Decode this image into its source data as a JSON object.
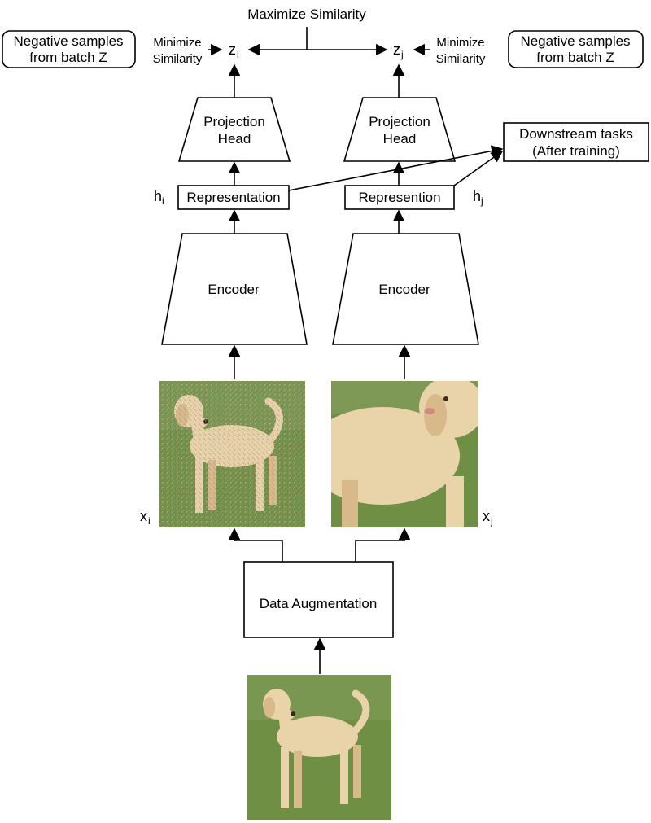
{
  "top": {
    "maximize_label": "Maximize Similarity"
  },
  "negatives": {
    "left": {
      "line1": "Negative samples",
      "line2": "from batch Z"
    },
    "right": {
      "line1": "Negative samples",
      "line2": "from batch Z"
    }
  },
  "minimize": {
    "left": {
      "line1": "Minimize",
      "line2": "Similarity"
    },
    "right": {
      "line1": "Minimize",
      "line2": "Similarity"
    }
  },
  "variables": {
    "z_i": {
      "base": "z",
      "sub": "i"
    },
    "z_j": {
      "base": "z",
      "sub": "j"
    },
    "h_i": {
      "base": "h",
      "sub": "i"
    },
    "h_j": {
      "base": "h",
      "sub": "j"
    },
    "x_i": {
      "base": "x",
      "sub": "i"
    },
    "x_j": {
      "base": "x",
      "sub": "j"
    }
  },
  "projection": {
    "left": {
      "line1": "Projection",
      "line2": "Head"
    },
    "right": {
      "line1": "Projection",
      "line2": "Head"
    }
  },
  "downstream": {
    "line1": "Downstream tasks",
    "line2": "(After training)"
  },
  "representation": {
    "left_label": "Representation",
    "right_label": "Represention"
  },
  "encoder": {
    "left_label": "Encoder",
    "right_label": "Encoder"
  },
  "augmentation": {
    "label": "Data Augmentation"
  },
  "colors": {
    "grass": "#6f8f45",
    "grass_dark": "#56733a",
    "dog": "#e9d3a8",
    "dog_shade": "#d7b98a",
    "noise": "#b9a58a"
  }
}
